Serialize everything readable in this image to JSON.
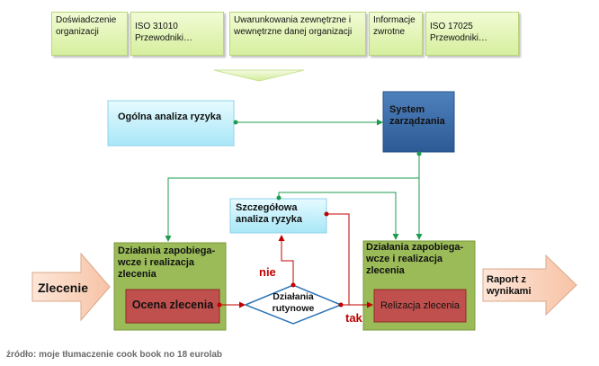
{
  "sources": [
    {
      "id": "doswiadczenie",
      "text": "Doświadczenie organizacji"
    },
    {
      "id": "iso31010",
      "text": "ISO 31010 Przewodniki…"
    },
    {
      "id": "uwarunkowania",
      "text": "Uwarunkowania zewnętrzne i wewnętrzne danej organizacji"
    },
    {
      "id": "informacje",
      "text": "Informacje zwrotne"
    },
    {
      "id": "iso17025",
      "text": "ISO 17025 Przewodniki…"
    }
  ],
  "nodes": {
    "ogolna": "Ogólna analiza ryzyka",
    "system": "System zarządzania",
    "szczegolowa": "Szczegółowa analiza ryzyka",
    "dzialania_left": "Działania zapobiega-wcze i realizacja zlecenia",
    "ocena": "Ocena zlecenia",
    "dzialania_rutynowe": "Działania rutynowe",
    "dzialania_right": "Działania zapobiega-wcze i realizacja zlecenia",
    "realizacja": "Relizacja zlecenia",
    "zlecenie": "Zlecenie",
    "raport": "Raport z wynikami"
  },
  "edge_labels": {
    "nie": "nie",
    "tak": "tak"
  },
  "footer": "źródło: moje tłumaczenie cook book no 18 eurolab",
  "colors": {
    "green": "#1e9c4e",
    "red": "#c00000",
    "source_fill": "#e4f5b8",
    "cyan": "#bfeefb",
    "navy": "#3366a8",
    "olive": "#9bbb59",
    "redbox": "#c0504d",
    "arrow_fill": "#fbd3bb"
  }
}
